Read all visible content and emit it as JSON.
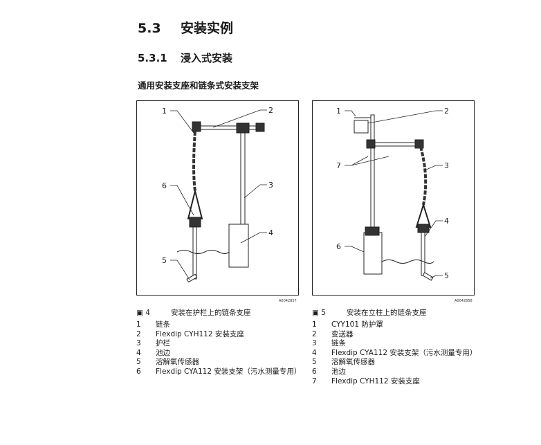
{
  "section": {
    "number": "5.3",
    "title": "安装实例"
  },
  "subsection": {
    "number": "5.3.1",
    "title": "浸入式安装"
  },
  "heading": "通用安装支座和链条式安装支架",
  "figures": [
    {
      "number": "4",
      "caption": "安装在护栏上的链条支座",
      "code": "A0042857",
      "callouts": [
        "1",
        "2",
        "3",
        "4",
        "5",
        "6"
      ],
      "legend": [
        {
          "n": "1",
          "t": "链条"
        },
        {
          "n": "2",
          "t": "Flexdip CYH112 安装支座"
        },
        {
          "n": "3",
          "t": "护栏"
        },
        {
          "n": "4",
          "t": "池边"
        },
        {
          "n": "5",
          "t": "溶解氧传感器"
        },
        {
          "n": "6",
          "t": "Flexdip CYA112 安装支架（污水测量专用）"
        }
      ]
    },
    {
      "number": "5",
      "caption": "安装在立柱上的链条支座",
      "code": "A0042858",
      "callouts": [
        "1",
        "2",
        "3",
        "4",
        "5",
        "6",
        "7"
      ],
      "legend": [
        {
          "n": "1",
          "t": "CYY101 防护罩"
        },
        {
          "n": "2",
          "t": "变送器"
        },
        {
          "n": "3",
          "t": "链条"
        },
        {
          "n": "4",
          "t": "Flexdip CYA112 安装支架（污水测量专用）"
        },
        {
          "n": "5",
          "t": "溶解氧传感器"
        },
        {
          "n": "6",
          "t": "池边"
        },
        {
          "n": "7",
          "t": "Flexdip CYH112 安装支座"
        }
      ]
    }
  ]
}
